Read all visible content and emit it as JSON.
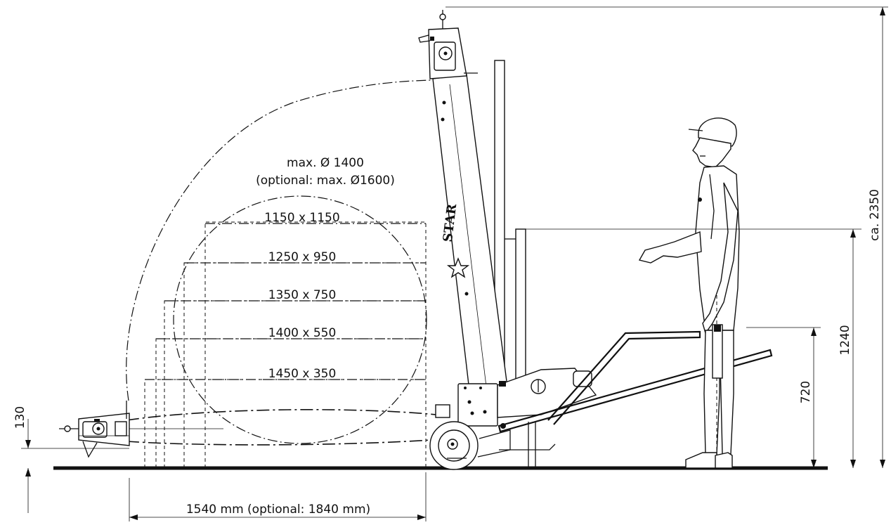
{
  "diagram": {
    "reach_label": "max. Ø 1400",
    "reach_optional_label": "(optional: max. Ø1600)",
    "bale_sizes": [
      "1150 x 1150",
      "1250 x 950",
      "1350 x 750",
      "1400 x 550",
      "1450 x 350"
    ],
    "dimensions": {
      "total_height": "ca. 2350",
      "handle_height": "1240",
      "wheel_height": "720",
      "clearance": "130",
      "width": "1540 mm (optional: 1840 mm)"
    },
    "logo_text": "STAR"
  }
}
